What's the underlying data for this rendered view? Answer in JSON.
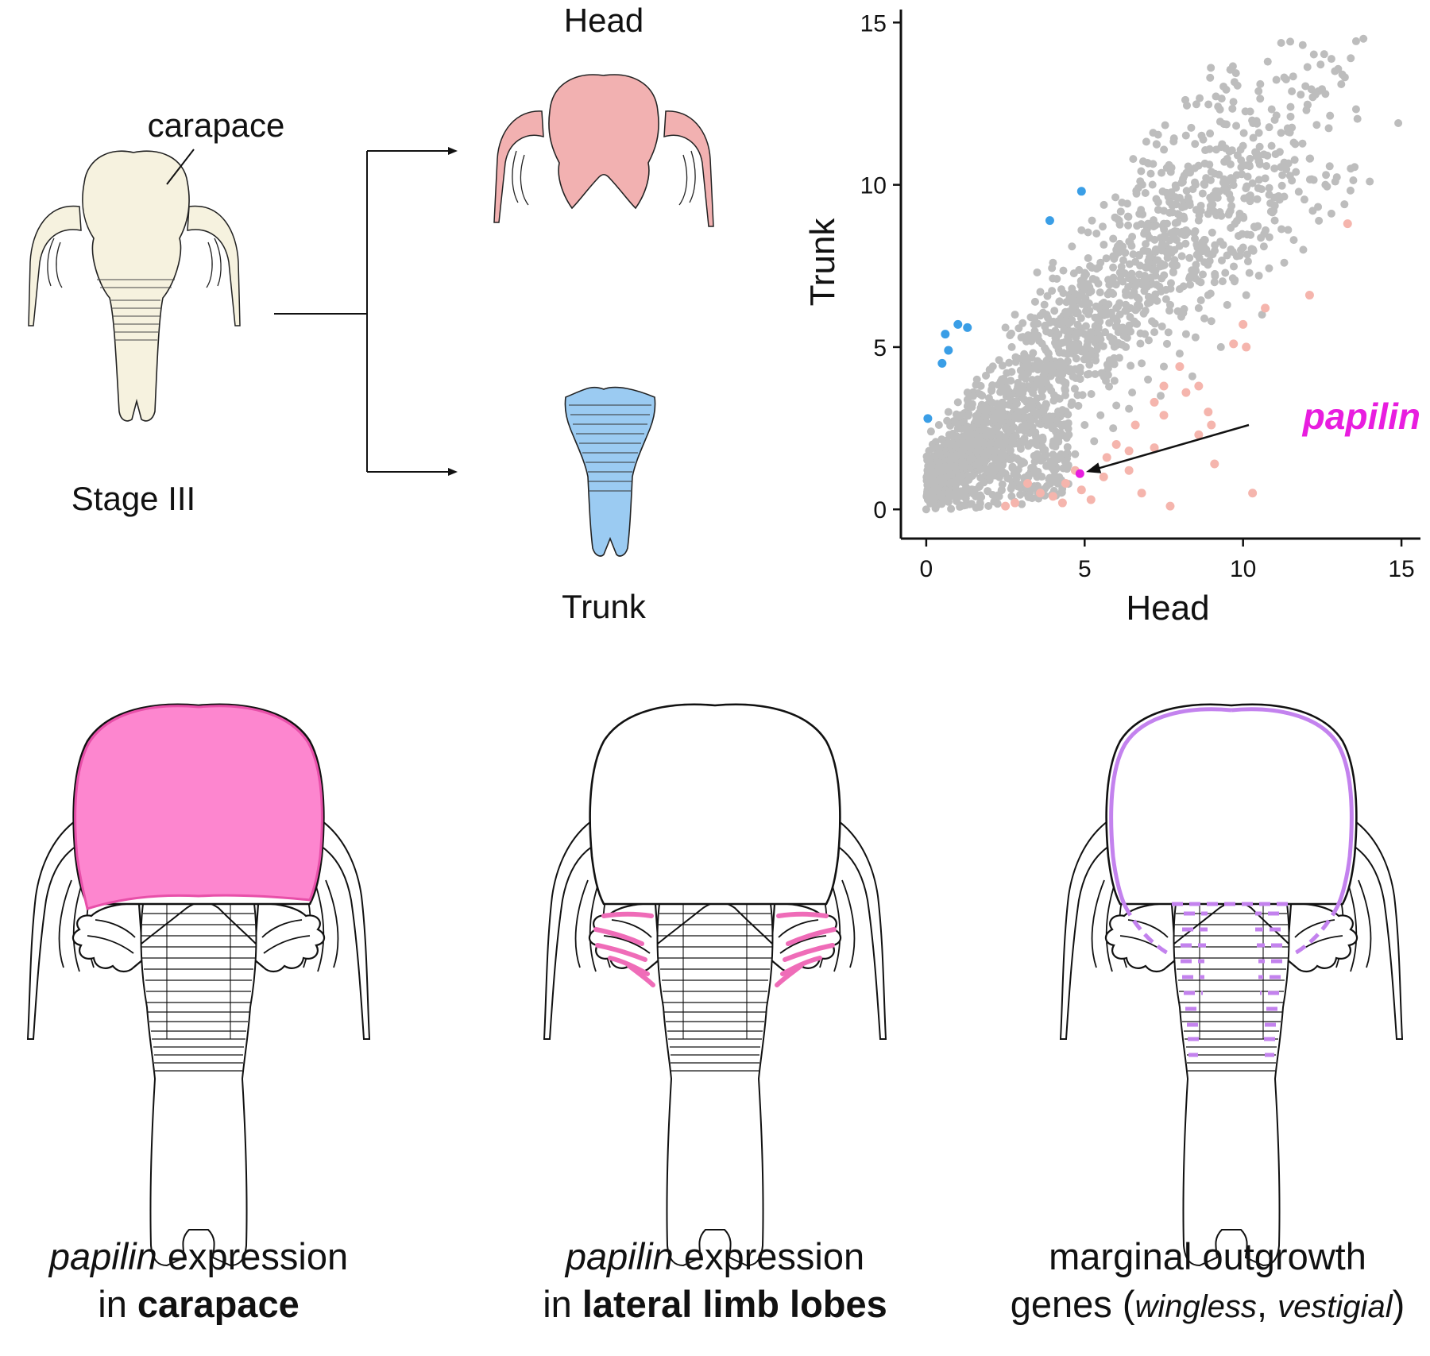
{
  "top_diagram": {
    "carapace_label": "carapace",
    "stage_label": "Stage III",
    "head_label": "Head",
    "trunk_label": "Trunk"
  },
  "colors": {
    "whole_animal": "#f6f2df",
    "head": "#f2b1b1",
    "trunk": "#9bcbf2",
    "gray_points": "#bdbdbd",
    "blue_points": "#3a9ee6",
    "pink_points": "#f5b5ad",
    "papilin": "#e81ddf",
    "carapace_expression": "#fd86cf",
    "lobe_expression": "#ef6cb8",
    "marginal_genes": "#c382ee"
  },
  "chart_data": {
    "type": "scatter",
    "xlabel": "Head",
    "ylabel": "Trunk",
    "xlim": [
      -0.8,
      15.6
    ],
    "ylim": [
      -0.9,
      15.4
    ],
    "xticks": [
      0,
      5,
      10,
      15
    ],
    "yticks": [
      0,
      5,
      10,
      15
    ],
    "series": [
      {
        "color": "gray",
        "note_points": "dense cloud roughly along the diagonal (representative sample)",
        "points": [
          [
            13.8,
            14.5
          ],
          [
            13.4,
            13.9
          ],
          [
            12.9,
            13.5
          ],
          [
            13.1,
            13.1
          ],
          [
            12.6,
            12.8
          ],
          [
            12.2,
            12.7
          ],
          [
            12.0,
            12.3
          ],
          [
            11.5,
            12.1
          ],
          [
            11.2,
            11.6
          ],
          [
            11.6,
            11.3
          ],
          [
            10.9,
            11.2
          ],
          [
            10.5,
            10.9
          ],
          [
            10.1,
            10.6
          ],
          [
            10.7,
            10.2
          ],
          [
            9.8,
            10.3
          ],
          [
            9.5,
            9.9
          ],
          [
            9.2,
            9.6
          ],
          [
            9.6,
            9.2
          ],
          [
            8.9,
            9.1
          ],
          [
            8.6,
            8.9
          ],
          [
            8.2,
            8.6
          ],
          [
            8.8,
            8.3
          ],
          [
            7.9,
            8.3
          ],
          [
            7.6,
            7.9
          ],
          [
            7.2,
            7.7
          ],
          [
            7.8,
            7.3
          ],
          [
            6.9,
            7.2
          ],
          [
            6.6,
            6.9
          ],
          [
            7.1,
            6.5
          ],
          [
            6.3,
            6.6
          ],
          [
            6.0,
            6.2
          ],
          [
            5.7,
            6.0
          ],
          [
            6.2,
            5.6
          ],
          [
            5.4,
            5.7
          ],
          [
            5.1,
            5.3
          ],
          [
            4.8,
            5.1
          ],
          [
            5.3,
            4.8
          ],
          [
            4.5,
            4.8
          ],
          [
            4.2,
            4.5
          ],
          [
            3.9,
            4.3
          ],
          [
            4.4,
            3.9
          ],
          [
            3.6,
            4.0
          ],
          [
            3.3,
            3.7
          ],
          [
            3.0,
            3.5
          ],
          [
            3.6,
            3.1
          ],
          [
            2.7,
            3.2
          ],
          [
            2.4,
            2.9
          ],
          [
            2.1,
            2.7
          ],
          [
            2.7,
            2.3
          ],
          [
            1.8,
            2.4
          ],
          [
            1.5,
            2.2
          ],
          [
            1.2,
            1.9
          ],
          [
            1.7,
            1.5
          ],
          [
            0.9,
            1.7
          ],
          [
            0.6,
            1.4
          ],
          [
            0.3,
            1.2
          ],
          [
            0.8,
            0.9
          ],
          [
            0.1,
            0.9
          ],
          [
            0.2,
            0.5
          ],
          [
            0.5,
            0.3
          ],
          [
            1.0,
            0.4
          ],
          [
            1.5,
            0.6
          ],
          [
            2.0,
            0.9
          ],
          [
            2.5,
            1.1
          ],
          [
            3.0,
            1.4
          ],
          [
            3.5,
            1.7
          ],
          [
            4.0,
            2.0
          ],
          [
            4.5,
            2.3
          ],
          [
            5.0,
            2.6
          ],
          [
            5.5,
            2.9
          ],
          [
            6.0,
            3.2
          ],
          [
            6.5,
            3.6
          ],
          [
            7.0,
            4.0
          ],
          [
            7.5,
            4.4
          ],
          [
            8.0,
            4.8
          ],
          [
            8.5,
            5.3
          ],
          [
            9.0,
            5.8
          ],
          [
            9.5,
            6.3
          ],
          [
            0.2,
            2.0
          ],
          [
            0.4,
            2.6
          ],
          [
            0.7,
            3.0
          ],
          [
            1.0,
            3.3
          ],
          [
            1.3,
            3.6
          ],
          [
            1.6,
            4.0
          ],
          [
            2.0,
            4.3
          ],
          [
            2.3,
            4.6
          ],
          [
            2.7,
            5.0
          ],
          [
            3.0,
            5.3
          ],
          [
            3.4,
            5.7
          ],
          [
            3.8,
            6.0
          ],
          [
            4.2,
            6.4
          ],
          [
            4.6,
            6.8
          ],
          [
            5.0,
            7.2
          ],
          [
            5.5,
            7.6
          ],
          [
            6.0,
            8.0
          ],
          [
            6.5,
            8.4
          ],
          [
            7.0,
            8.8
          ],
          [
            7.5,
            9.2
          ],
          [
            8.0,
            9.6
          ],
          [
            8.5,
            10.0
          ],
          [
            9.0,
            10.4
          ],
          [
            9.5,
            10.8
          ],
          [
            10.0,
            11.2
          ],
          [
            10.5,
            11.6
          ],
          [
            11.0,
            12.0
          ],
          [
            11.5,
            12.4
          ],
          [
            3.5,
            7.3
          ],
          [
            4.0,
            7.6
          ],
          [
            4.6,
            8.1
          ],
          [
            3.6,
            6.7
          ],
          [
            2.8,
            6.0
          ],
          [
            2.5,
            5.6
          ],
          [
            4.9,
            8.6
          ],
          [
            14.9,
            11.9
          ],
          [
            14.0,
            10.1
          ],
          [
            13.4,
            10.5
          ],
          [
            13.2,
            9.4
          ],
          [
            12.6,
            10.0
          ],
          [
            12.2,
            9.2
          ],
          [
            11.6,
            8.3
          ],
          [
            11.0,
            8.9
          ],
          [
            11.3,
            7.6
          ],
          [
            10.5,
            7.2
          ],
          [
            10.1,
            6.6
          ],
          [
            9.8,
            7.8
          ],
          [
            9.1,
            7.0
          ],
          [
            8.6,
            6.2
          ],
          [
            8.2,
            5.4
          ],
          [
            7.6,
            5.1
          ],
          [
            8.4,
            4.1
          ],
          [
            7.4,
            3.5
          ],
          [
            6.8,
            4.5
          ],
          [
            6.4,
            3.1
          ],
          [
            5.9,
            2.5
          ],
          [
            5.3,
            2.1
          ],
          [
            4.7,
            1.7
          ],
          [
            4.1,
            1.3
          ],
          [
            3.5,
            1.0
          ],
          [
            2.9,
            0.7
          ],
          [
            2.3,
            0.4
          ],
          [
            1.7,
            0.2
          ],
          [
            1.1,
            0.1
          ],
          [
            0.0,
            0.0
          ],
          [
            0.05,
            0.3
          ],
          [
            0.1,
            1.3
          ],
          [
            0.15,
            2.4
          ],
          [
            9.3,
            5.0
          ],
          [
            10.6,
            6.0
          ],
          [
            11.9,
            8.0
          ],
          [
            8.9,
            6.6
          ],
          [
            7.7,
            6.3
          ],
          [
            6.3,
            5.0
          ],
          [
            5.6,
            4.2
          ],
          [
            4.6,
            3.3
          ],
          [
            3.8,
            2.6
          ],
          [
            3.1,
            2.1
          ],
          [
            2.2,
            1.5
          ],
          [
            1.4,
            1.0
          ],
          [
            0.7,
            0.6
          ]
        ]
      },
      {
        "color": "blue",
        "points": [
          [
            4.9,
            9.8
          ],
          [
            3.9,
            8.9
          ],
          [
            1.0,
            5.7
          ],
          [
            1.3,
            5.6
          ],
          [
            0.6,
            5.4
          ],
          [
            0.7,
            4.9
          ],
          [
            0.5,
            4.5
          ],
          [
            0.05,
            2.8
          ]
        ]
      },
      {
        "color": "pink",
        "points": [
          [
            13.3,
            8.8
          ],
          [
            12.1,
            6.6
          ],
          [
            10.7,
            6.2
          ],
          [
            10.0,
            5.7
          ],
          [
            10.1,
            5.0
          ],
          [
            9.7,
            5.1
          ],
          [
            8.0,
            4.4
          ],
          [
            8.6,
            3.8
          ],
          [
            8.2,
            3.6
          ],
          [
            8.9,
            3.0
          ],
          [
            9.0,
            2.6
          ],
          [
            7.5,
            3.8
          ],
          [
            7.2,
            3.3
          ],
          [
            7.5,
            2.9
          ],
          [
            8.6,
            2.3
          ],
          [
            6.6,
            2.6
          ],
          [
            6.0,
            2.0
          ],
          [
            6.4,
            1.8
          ],
          [
            5.7,
            1.6
          ],
          [
            7.2,
            1.9
          ],
          [
            9.1,
            1.4
          ],
          [
            6.4,
            1.2
          ],
          [
            5.6,
            1.0
          ],
          [
            4.7,
            1.2
          ],
          [
            4.4,
            0.8
          ],
          [
            4.9,
            0.6
          ],
          [
            4.0,
            0.4
          ],
          [
            4.3,
            0.2
          ],
          [
            3.6,
            0.5
          ],
          [
            3.2,
            0.8
          ],
          [
            2.8,
            0.2
          ],
          [
            2.5,
            0.1
          ],
          [
            5.2,
            0.3
          ],
          [
            6.8,
            0.5
          ],
          [
            7.7,
            0.1
          ],
          [
            10.3,
            0.5
          ]
        ]
      },
      {
        "name": "papilin",
        "color": "magenta",
        "points": [
          [
            4.85,
            1.1
          ]
        ]
      }
    ],
    "annotations": [
      {
        "text": "papilin",
        "x": 4.85,
        "y": 1.1
      }
    ]
  },
  "captions": {
    "c1": {
      "line1_italic": "papilin",
      "line1_rest": " expression",
      "line2_plain": "in ",
      "line2_bold": "carapace"
    },
    "c2": {
      "line1_italic": "papilin",
      "line1_rest": " expression",
      "line2_plain": "in ",
      "line2_bold": "lateral limb lobes"
    },
    "c3": {
      "line1": "marginal outgrowth",
      "line2_plain": "genes (",
      "line2_it1": "wingless",
      "line2_comma": ", ",
      "line2_it2": "vestigial",
      "line2_close": ")"
    }
  }
}
